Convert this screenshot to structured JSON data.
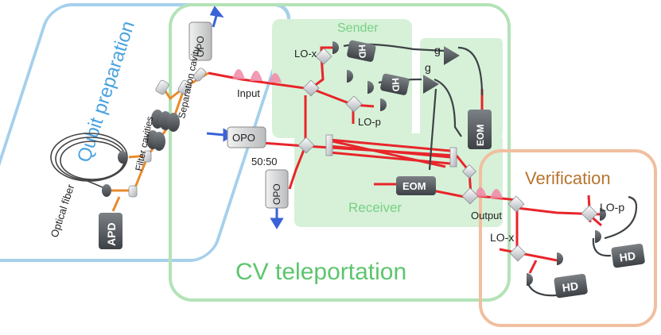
{
  "sections": {
    "qubit_preparation": {
      "title": "Qubit preparation",
      "color": "#4aa3df",
      "border": "#9ccbea"
    },
    "cv_teleportation": {
      "title": "CV teleportation",
      "color": "#5cc56c",
      "border": "#a9dfae"
    },
    "sender": {
      "title": "Sender",
      "color": "#79cf84"
    },
    "receiver": {
      "title": "Receiver",
      "color": "#79cf84"
    },
    "verification": {
      "title": "Verification",
      "color": "#b8742e",
      "border": "#efb894"
    }
  },
  "labels": {
    "separation_cavity": "Separation cavity",
    "filter_cavities": "Filter cavities",
    "optical_fiber": "Optical fiber",
    "input": "Input",
    "output": "Output",
    "beam_splitter": "50:50",
    "lo_x_sender": "LO-x",
    "lo_p_sender": "LO-p",
    "lo_x_verify": "LO-x",
    "lo_p_verify": "LO-p",
    "gain_1": "g",
    "gain_2": "g"
  },
  "devices": {
    "opo_top": "OPO",
    "opo_mid": "OPO",
    "opo_bottom": "OPO",
    "apd": "APD",
    "hd_sender_1": "HD",
    "hd_sender_2": "HD",
    "eom_vertical": "EOM",
    "eom_horizontal": "EOM",
    "hd_verify_1": "HD",
    "hd_verify_2": "HD"
  },
  "colors": {
    "laser_red": "#e8252a",
    "laser_orange": "#e98a2c",
    "pump_blue": "#3a62d8",
    "device_dark": "#555a5e",
    "device_light": "#d9dadb",
    "pulse_pink": "#f08aa8"
  }
}
